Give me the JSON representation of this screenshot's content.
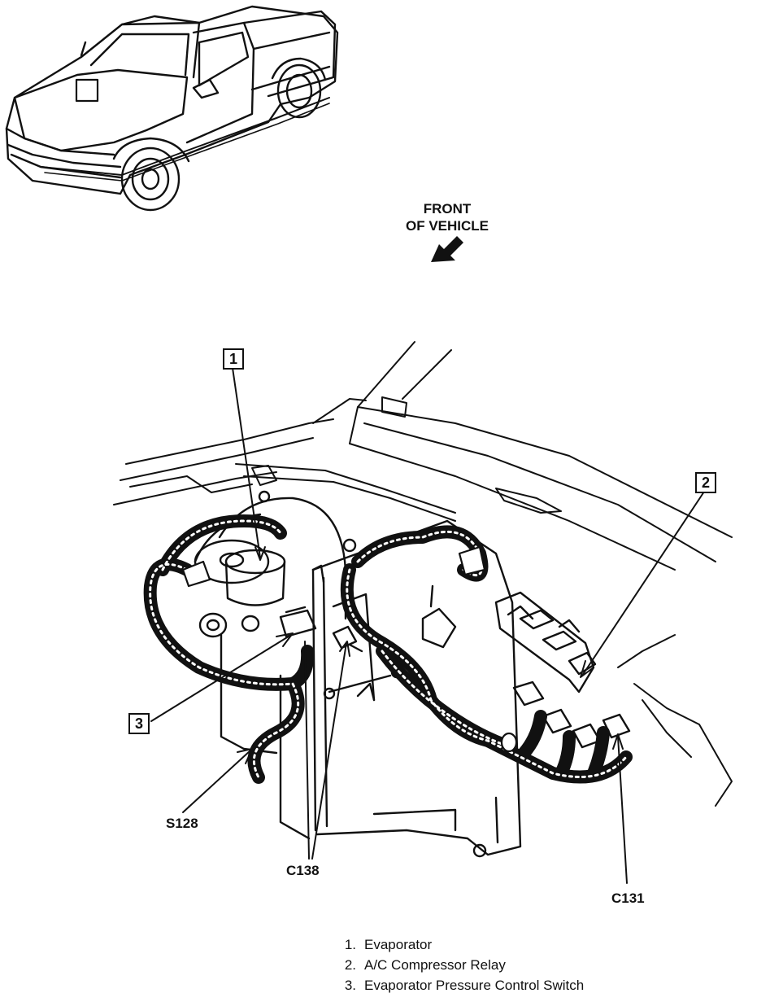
{
  "direction": {
    "line1": "FRONT",
    "line2": "OF VEHICLE"
  },
  "callouts": [
    "1",
    "2",
    "3"
  ],
  "connectors": {
    "s128": "S128",
    "c138": "C138",
    "c131": "C131"
  },
  "legend": [
    {
      "num": "1.",
      "text": "Evaporator"
    },
    {
      "num": "2.",
      "text": "A/C Compressor Relay"
    },
    {
      "num": "3.",
      "text": "Evaporator Pressure Control Switch"
    }
  ],
  "colors": {
    "ink": "#111111",
    "paper": "#ffffff"
  }
}
